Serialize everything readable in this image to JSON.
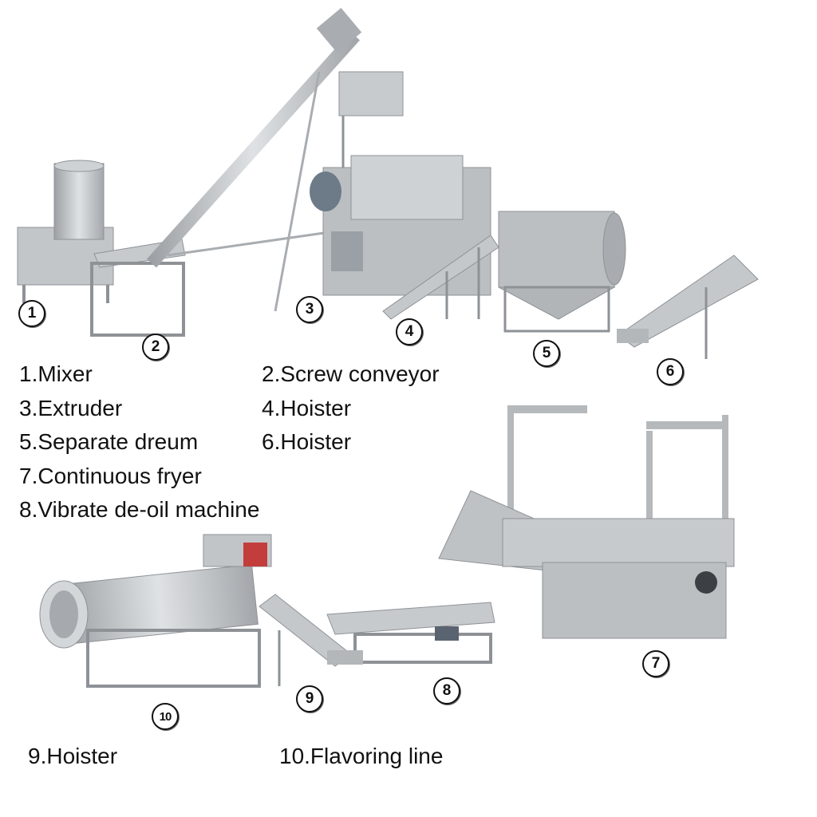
{
  "markers": [
    "1",
    "2",
    "3",
    "4",
    "5",
    "6",
    "7",
    "8",
    "9",
    "10"
  ],
  "labels": [
    "1.Mixer",
    "2.Screw conveyor",
    "3.Extruder",
    "4.Hoister",
    "5.Separate dreum",
    "6.Hoister",
    "7.Continuous fryer",
    "8.Vibrate de-oil machine",
    "9.Hoister",
    "10.Flavoring line"
  ],
  "colors": {
    "steel": "#b9bcbf",
    "steel_dark": "#8e9296",
    "steel_light": "#dcdfe1",
    "text": "#111111"
  }
}
